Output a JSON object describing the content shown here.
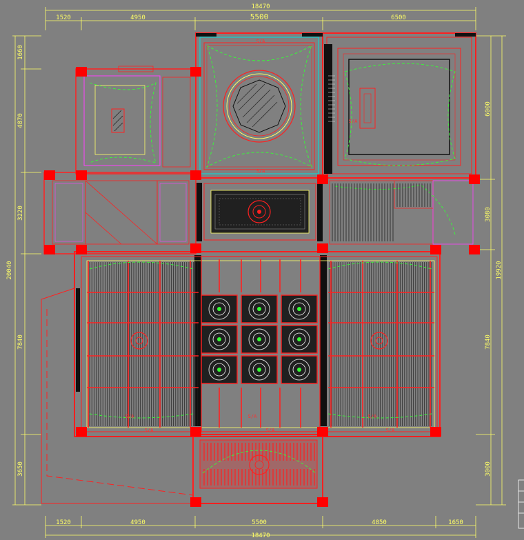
{
  "dimensions": {
    "top_total": "18470",
    "top_segments": [
      "1520",
      "4950",
      "5500",
      "6500"
    ],
    "bottom_total": "18470",
    "bottom_segments": [
      "1520",
      "4950",
      "5500",
      "4850",
      "1650"
    ],
    "left_total": "20040",
    "left_segments": [
      "1660",
      "4870",
      "3220",
      "7840",
      "3650"
    ],
    "right_total": "19920",
    "right_segments": [
      "6000",
      "3080",
      "7840",
      "3000"
    ]
  },
  "annotations": {
    "room_labels": [
      "S/A",
      "S/A",
      "S/A",
      "S/A",
      "S/A",
      "S/A",
      "S/A",
      "S/A",
      "S/A"
    ]
  },
  "colors": {
    "background": "#808080",
    "wall_red": "#ff2020",
    "column_red": "#ff0000",
    "dim_yellow": "#ffff66",
    "lighting_green": "#33ff33",
    "wall_black": "#101010",
    "wall_cyan": "#00e0e0",
    "partition_magenta": "#ff40ff"
  }
}
